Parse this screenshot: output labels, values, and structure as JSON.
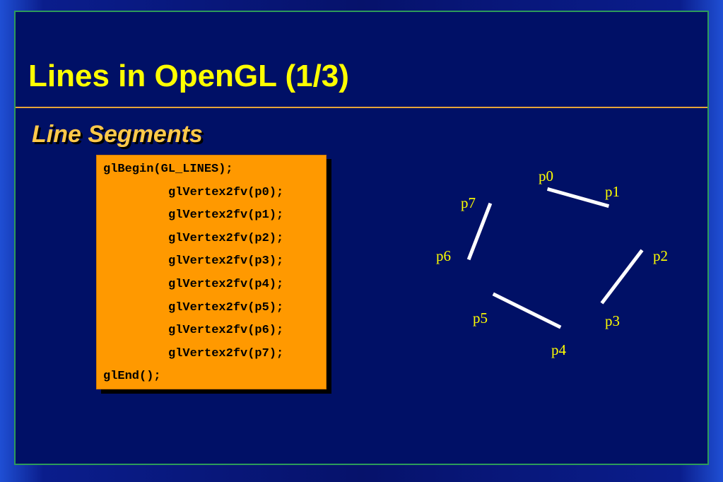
{
  "slide": {
    "title": "Lines in OpenGL (1/3)",
    "section_heading": "Line Segments"
  },
  "code": {
    "lines": [
      "glBegin(GL_LINES);",
      "glVertex2fv(p0);",
      "glVertex2fv(p1);",
      "glVertex2fv(p2);",
      "glVertex2fv(p3);",
      "glVertex2fv(p4);",
      "glVertex2fv(p5);",
      "glVertex2fv(p6);",
      "glVertex2fv(p7);",
      "glEnd();"
    ]
  },
  "diagram": {
    "points": [
      "p0",
      "p1",
      "p2",
      "p3",
      "p4",
      "p5",
      "p6",
      "p7"
    ],
    "line_color": "#ffffff",
    "label_color": "#ffff00"
  },
  "colors": {
    "background": "#001066",
    "title": "#ffff00",
    "heading": "#ffc94a",
    "code_box": "#ff9900",
    "frame": "#2d9b5a",
    "rule": "#e6a43a"
  }
}
